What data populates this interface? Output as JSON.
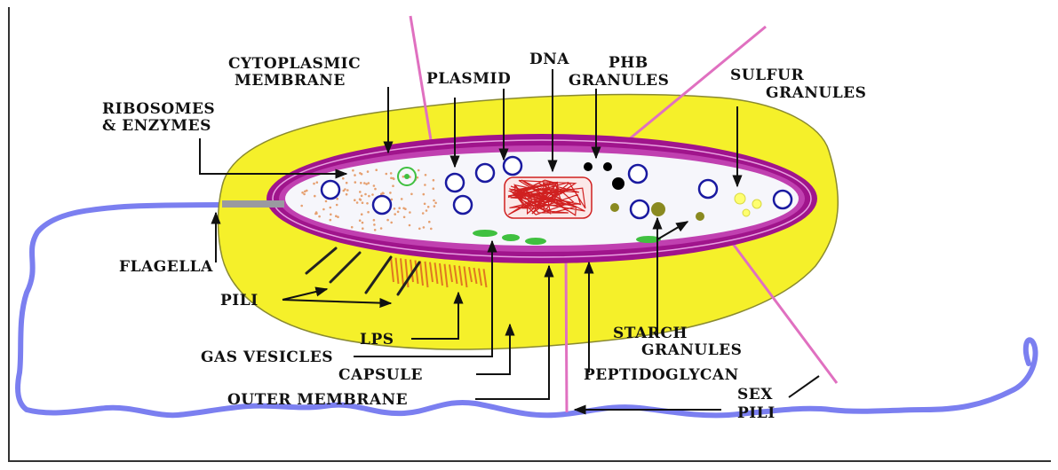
{
  "labels": {
    "cytoplasmic_1": "CYTOPLASMIC",
    "cytoplasmic_2": "MEMBRANE",
    "plasmid": "PLASMID",
    "dna": "DNA",
    "phb_1": "PHB",
    "phb_2": "GRANULES",
    "sulfur_1": "SULFUR",
    "sulfur_2": "GRANULES",
    "ribosomes_1": "RIBOSOMES",
    "ribosomes_2": "& ENZYMES",
    "flagella": "FLAGELLA",
    "pili": "PILI",
    "lps": "LPS",
    "gas_vesicles": "GAS VESICLES",
    "capsule": "CAPSULE",
    "outer_membrane": "OUTER MEMBRANE",
    "starch_1": "STARCH",
    "starch_2": "GRANULES",
    "peptidoglycan": "PEPTIDOGLYCAN",
    "sex_pili_1": "SEX",
    "sex_pili_2": "PILI"
  },
  "colors": {
    "capsule": "#f5f02a",
    "capsule_edge": "#8a8a30",
    "membrane": "#a0148c",
    "membrane_inner": "#e8a0e0",
    "cytoplasm": "#f6f6fb",
    "flagellum": "#7b7ff0",
    "plasmid": "#1a1aa0",
    "dna": "#d02020",
    "ribosome": "#e6a070",
    "gas_vesicle": "#40c040",
    "starch": "#8a8a20",
    "phb": "#000000",
    "sulfur": "#ffff80",
    "sex_pilus": "#e070c0",
    "lps": "#e07820",
    "pili": "#222222",
    "frame": "#333333"
  }
}
